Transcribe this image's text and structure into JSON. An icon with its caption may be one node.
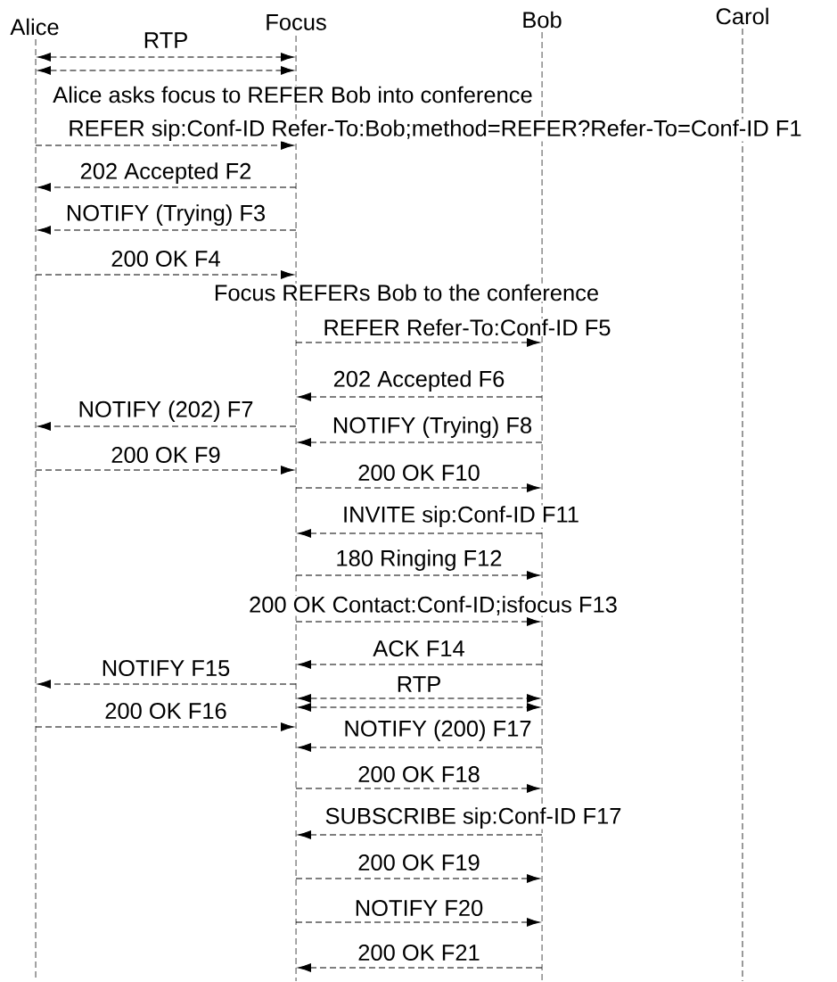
{
  "diagram": {
    "nodes": [
      {
        "text": [
          "Alice"
        ]
      },
      {
        "text": [
          "Focus"
        ]
      },
      {
        "text": [
          "Bob"
        ]
      },
      {
        "text": [
          "Carol"
        ]
      },
      {
        "text": [],
        "shape": "line"
      },
      {
        "text": [],
        "shape": "line"
      },
      {
        "text": [],
        "shape": "line"
      },
      {
        "text": [],
        "shape": "line"
      }
    ],
    "edges": [
      {
        "from": 4,
        "to": 5,
        "arrow": "both",
        "label": "RTP"
      },
      {
        "from": 4,
        "to": 5,
        "arrow": "both"
      },
      {
        "from": 4,
        "to": 5,
        "arrow": "to",
        "label": "REFER sip:Conf-ID Refer-To:Bob;method=REFER?Refer-To=Conf-ID F1"
      },
      {
        "from": 5,
        "to": 4,
        "arrow": "to",
        "label": "202 Accepted F2"
      },
      {
        "from": 5,
        "to": 4,
        "arrow": "to",
        "label": "NOTIFY (Trying) F3"
      },
      {
        "from": 4,
        "to": 5,
        "arrow": "to",
        "label": "200 OK F4"
      },
      {
        "from": 5,
        "to": 6,
        "arrow": "to",
        "label": "REFER Refer-To:Conf-ID F5"
      },
      {
        "from": 6,
        "to": 5,
        "arrow": "to",
        "label": "202 Accepted F6"
      },
      {
        "from": 5,
        "to": 4,
        "arrow": "to",
        "label": "NOTIFY (202) F7"
      },
      {
        "from": 6,
        "to": 5,
        "arrow": "to",
        "label": "NOTIFY (Trying) F8"
      },
      {
        "from": 4,
        "to": 5,
        "arrow": "to",
        "label": "200 OK F9"
      },
      {
        "from": 5,
        "to": 6,
        "arrow": "to",
        "label": "200 OK F10"
      },
      {
        "from": 6,
        "to": 5,
        "arrow": "to",
        "label": "INVITE sip:Conf-ID F11"
      },
      {
        "from": 5,
        "to": 6,
        "arrow": "to",
        "label": "180 Ringing F12"
      },
      {
        "from": 5,
        "to": 6,
        "arrow": "to",
        "label": "200 OK Contact:Conf-ID;isfocus F13"
      },
      {
        "from": 6,
        "to": 5,
        "arrow": "to",
        "label": "ACK F14"
      },
      {
        "from": 5,
        "to": 4,
        "arrow": "to",
        "label": "NOTIFY F15"
      },
      {
        "from": 5,
        "to": 6,
        "arrow": "both",
        "label": "RTP"
      },
      {
        "from": 5,
        "to": 6,
        "arrow": "both"
      },
      {
        "from": 4,
        "to": 5,
        "arrow": "to",
        "label": "200 OK F16"
      },
      {
        "from": 6,
        "to": 5,
        "arrow": "to",
        "label": "NOTIFY (200) F17"
      },
      {
        "from": 5,
        "to": 6,
        "arrow": "to",
        "label": "200 OK F18"
      },
      {
        "from": 6,
        "to": 5,
        "arrow": "to",
        "label": "SUBSCRIBE sip:Conf-ID F17"
      },
      {
        "from": 5,
        "to": 6,
        "arrow": "to",
        "label": "200 OK F19"
      },
      {
        "from": 5,
        "to": 6,
        "arrow": "to",
        "label": "NOTIFY F20"
      },
      {
        "from": 6,
        "to": 5,
        "arrow": "to",
        "label": "200 OK F21"
      }
    ],
    "labels": [
      "Alice asks focus to REFER Bob into conference",
      "Focus REFERs Bob to the conference"
    ]
  }
}
